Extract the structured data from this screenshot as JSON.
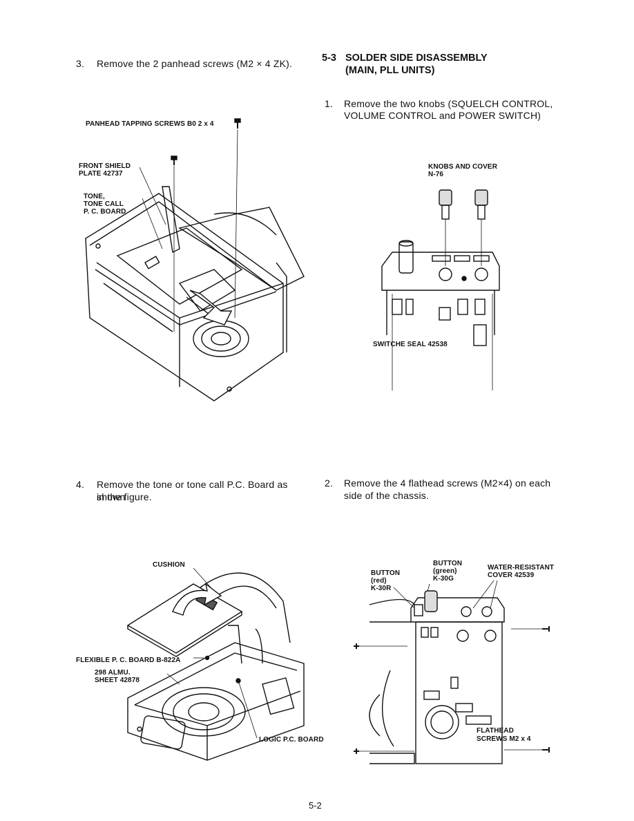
{
  "steps": {
    "s3": {
      "num": "3.",
      "text": "Remove the 2 panhead screws (M2 × 4 ZK)."
    },
    "s4": {
      "num": "4.",
      "line1": "Remove the tone or tone call P.C. Board as shown",
      "line2": "in the figure."
    },
    "r1": {
      "num": "1.",
      "line1": "Remove the two knobs (SQUELCH CONTROL,",
      "line2": "VOLUME CONTROL and POWER SWITCH)"
    },
    "r2": {
      "num": "2.",
      "line1": "Remove the 4 flathead screws (M2×4) on each",
      "line2": "side of the chassis."
    }
  },
  "section": {
    "number": "5-3",
    "title_line1": "SOLDER SIDE DISASSEMBLY",
    "title_line2": "(MAIN, PLL UNITS)"
  },
  "fig1": {
    "screws": "PANHEAD TAPPING SCREWS B0 2 x 4",
    "front1": "FRONT SHIELD",
    "front2": "PLATE 42737",
    "tone1": "TONE,",
    "tone2": "TONE CALL",
    "tone3": "P. C. BOARD"
  },
  "fig2": {
    "knobs1": "KNOBS AND COVER",
    "knobs2": "N-76",
    "seal": "SWITCHE SEAL 42538"
  },
  "fig3": {
    "cushion": "CUSHION",
    "flex": "FLEXIBLE P. C. BOARD B-822A",
    "alm1": "298 ALMU.",
    "alm2": "SHEET 42878",
    "logic": "LOGIC P.C. BOARD"
  },
  "fig4": {
    "btn_red1": "BUTTON",
    "btn_red2": "(red)",
    "btn_red3": "K-30R",
    "btn_green1": "BUTTON",
    "btn_green2": "(green)",
    "btn_green3": "K-30G",
    "water1": "WATER-RESISTANT",
    "water2": "COVER 42539",
    "flat1": "FLATHEAD",
    "flat2": "SCREWS M2 x 4"
  },
  "page_number": "5-2"
}
